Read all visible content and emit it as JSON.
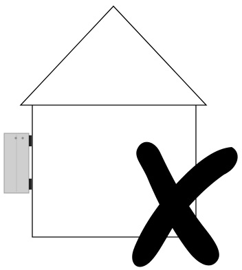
{
  "diagram": {
    "elements": [
      {
        "name": "house-roof",
        "shape": "triangle outline"
      },
      {
        "name": "house-body",
        "shape": "rectangle outline"
      },
      {
        "name": "outdoor-unit",
        "shape": "grey box mounted on left wall"
      },
      {
        "name": "x-mark",
        "shape": "large black cross"
      }
    ]
  },
  "colors": {
    "outline": "#000000",
    "background": "#ffffff",
    "unit_fill": "#cfcfcf",
    "unit_edge": "#9a9a9a",
    "mark": "#000000"
  }
}
